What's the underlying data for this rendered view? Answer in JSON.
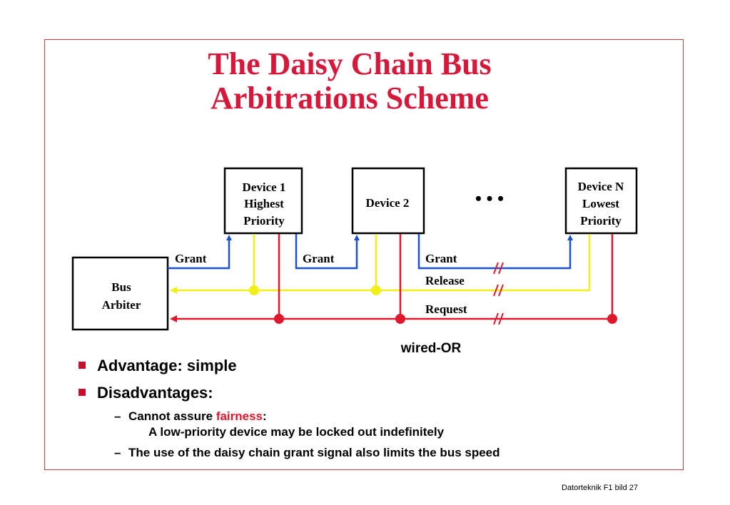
{
  "title": {
    "line1": "The Daisy Chain Bus",
    "line2": "Arbitrations Scheme"
  },
  "diagram": {
    "device1": [
      "Device 1",
      "Highest",
      "Priority"
    ],
    "device2": [
      "Device 2"
    ],
    "deviceN": [
      "Device N",
      "Lowest",
      "Priority"
    ],
    "arbiter": [
      "Bus",
      "Arbiter"
    ],
    "grant_label": "Grant",
    "release_label": "Release",
    "request_label": "Request",
    "ellipsis": "• • •",
    "wired_or": "wired-OR",
    "colors": {
      "grant": "#1a4fd6",
      "release": "#f2ee1a",
      "request": "#e0182e"
    }
  },
  "bullets": {
    "advantage": "Advantage: simple",
    "disadvantages": "Disadvantages:",
    "sub1_prefix": "Cannot assure ",
    "sub1_highlight": "fairness",
    "sub1_suffix": ":",
    "sub1_line2": "A low-priority device may be locked out indefinitely",
    "sub2": "The use of the daisy chain grant signal also limits the bus speed",
    "dash": "–"
  },
  "footer": "Datorteknik F1 bild 27"
}
